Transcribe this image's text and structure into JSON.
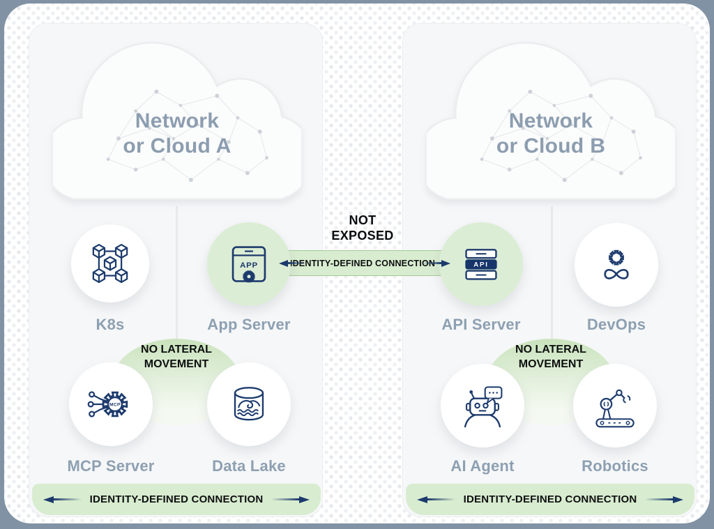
{
  "colors": {
    "background_slate": "#8192a4",
    "card_white": "#ffffff",
    "panel_gray": "#f6f7f8",
    "accent_navy": "#1d3b6d",
    "green_light": "#d8ecd0",
    "green_border": "#a5c899",
    "green_circle": "#dcedd5",
    "label_blue_gray": "#8da0b2",
    "text_black": "#0d0e0f"
  },
  "center": {
    "not_exposed_line1": "NOT",
    "not_exposed_line2": "EXPOSED",
    "connection_label": "IDENTITY-DEFINED CONNECTION"
  },
  "panel_a": {
    "cloud_line1": "Network",
    "cloud_line2": "or Cloud A",
    "nodes": [
      {
        "label": "K8s"
      },
      {
        "label": "App Server"
      },
      {
        "label": "MCP Server"
      },
      {
        "label": "Data Lake"
      }
    ],
    "no_lateral_line1": "NO LATERAL",
    "no_lateral_line2": "MOVEMENT",
    "bottom_label": "IDENTITY-DEFINED CONNECTION"
  },
  "panel_b": {
    "cloud_line1": "Network",
    "cloud_line2": "or Cloud B",
    "nodes": [
      {
        "label": "API Server"
      },
      {
        "label": "DevOps"
      },
      {
        "label": "AI Agent"
      },
      {
        "label": "Robotics"
      }
    ],
    "no_lateral_line1": "NO LATERAL",
    "no_lateral_line2": "MOVEMENT",
    "bottom_label": "IDENTITY-DEFINED CONNECTION"
  },
  "icon_texts": {
    "app": "APP",
    "api": "API",
    "mcp": "MCP"
  }
}
